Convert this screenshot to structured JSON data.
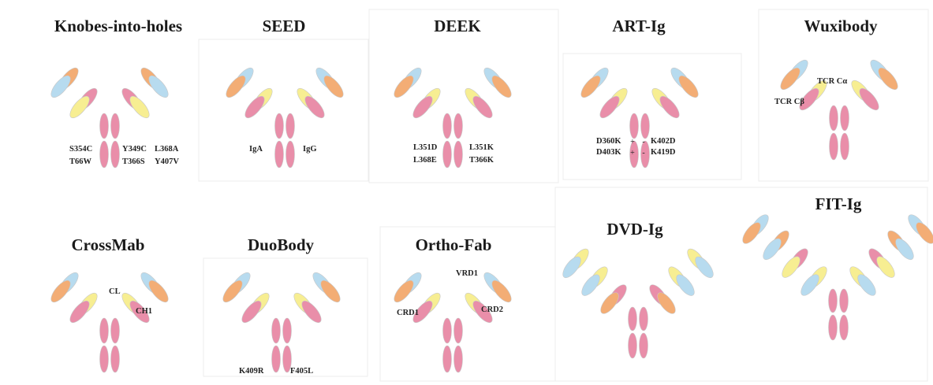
{
  "colors": {
    "blue": "#b7dbef",
    "orange": "#f3ad75",
    "yellow": "#f7ee92",
    "pink": "#e98ea9",
    "outline": "#c8c8c8"
  },
  "panels": [
    {
      "title": "Knobes-into-holes",
      "style": "standard",
      "left_arm": [
        "blue",
        "yellow",
        "orange",
        "pink"
      ],
      "right_arm": [
        "blue",
        "yellow",
        "orange",
        "pink"
      ],
      "labels": [
        "S354C",
        "T66W",
        "Y349C",
        "T366S",
        "L368A",
        "Y407V"
      ]
    },
    {
      "title": "SEED",
      "style": "standard",
      "left_arm": [
        "orange",
        "pink",
        "blue",
        "yellow"
      ],
      "right_arm": [
        "orange",
        "pink",
        "blue",
        "yellow"
      ],
      "labels": [
        "IgA",
        "IgG"
      ]
    },
    {
      "title": "DEEK",
      "style": "standard",
      "left_arm": [
        "orange",
        "pink",
        "blue",
        "yellow"
      ],
      "right_arm": [
        "orange",
        "pink",
        "blue",
        "yellow"
      ],
      "labels": [
        "L351D",
        "L368E",
        "L351K",
        "T366K"
      ]
    },
    {
      "title": "ART-Ig",
      "style": "standard",
      "left_arm": [
        "orange",
        "pink",
        "blue",
        "yellow"
      ],
      "right_arm": [
        "orange",
        "pink",
        "blue",
        "yellow"
      ],
      "labels": [
        "D360K",
        "D403K",
        "K402D",
        "K419D"
      ],
      "signs": [
        "+",
        "+",
        "-",
        "-"
      ]
    },
    {
      "title": "Wuxibody",
      "style": "standard",
      "left_arm": [
        "orange",
        "pink",
        "blue",
        "yellow"
      ],
      "right_arm": [
        "orange",
        "pink",
        "blue",
        "yellow"
      ],
      "labels": [
        "TCR Cα",
        "TCR Cβ"
      ]
    },
    {
      "title": "CrossMab",
      "style": "standard",
      "left_arm": [
        "orange",
        "pink",
        "blue",
        "yellow"
      ],
      "right_arm": [
        "orange",
        "pink",
        "blue",
        "yellow"
      ],
      "labels": [
        "CL",
        "CH1"
      ]
    },
    {
      "title": "DuoBody",
      "style": "standard",
      "left_arm": [
        "orange",
        "pink",
        "blue",
        "yellow"
      ],
      "right_arm": [
        "orange",
        "pink",
        "blue",
        "yellow"
      ],
      "labels": [
        "K409R",
        "F405L"
      ]
    },
    {
      "title": "Ortho-Fab",
      "style": "standard",
      "left_arm": [
        "orange",
        "pink",
        "blue",
        "yellow"
      ],
      "right_arm": [
        "orange",
        "pink",
        "blue",
        "yellow"
      ],
      "labels": [
        "VRD1",
        "CRD1",
        "CRD2"
      ]
    },
    {
      "title": "DVD-Ig",
      "style": "dvd",
      "left_arm": [
        "blue",
        "yellow",
        "blue",
        "yellow",
        "orange",
        "pink"
      ],
      "right_arm": [
        "blue",
        "yellow",
        "blue",
        "yellow",
        "orange",
        "pink"
      ],
      "labels": []
    },
    {
      "title": "FIT-Ig",
      "style": "fit",
      "left_arm": [
        "blue",
        "orange",
        "yellow",
        "pink",
        "blue",
        "yellow"
      ],
      "right_arm": [
        "blue",
        "orange",
        "yellow",
        "pink",
        "blue",
        "yellow"
      ],
      "labels": []
    }
  ]
}
